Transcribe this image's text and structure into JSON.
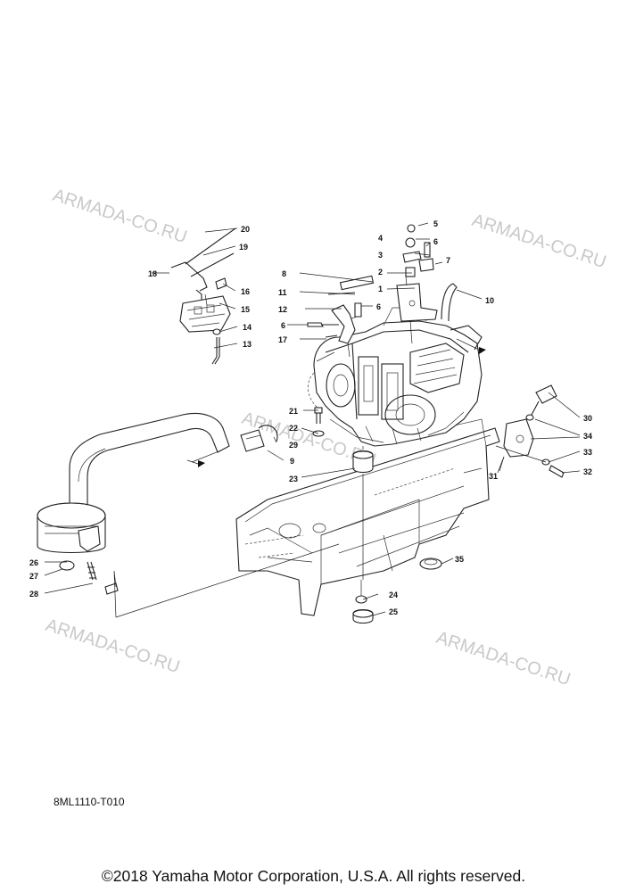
{
  "watermark": "ARMADA-CO.RU",
  "diagram_code": "8ML1110-T010",
  "copyright": "©2018 Yamaha Motor Corporation, U.S.A. All rights reserved.",
  "callouts": [
    "1",
    "2",
    "3",
    "4",
    "5",
    "6",
    "6",
    "6",
    "7",
    "8",
    "9",
    "10",
    "11",
    "12",
    "13",
    "14",
    "15",
    "16",
    "17",
    "18",
    "19",
    "20",
    "21",
    "22",
    "23",
    "24",
    "25",
    "26",
    "27",
    "28",
    "29",
    "30",
    "31",
    "32",
    "33",
    "34",
    "35"
  ]
}
